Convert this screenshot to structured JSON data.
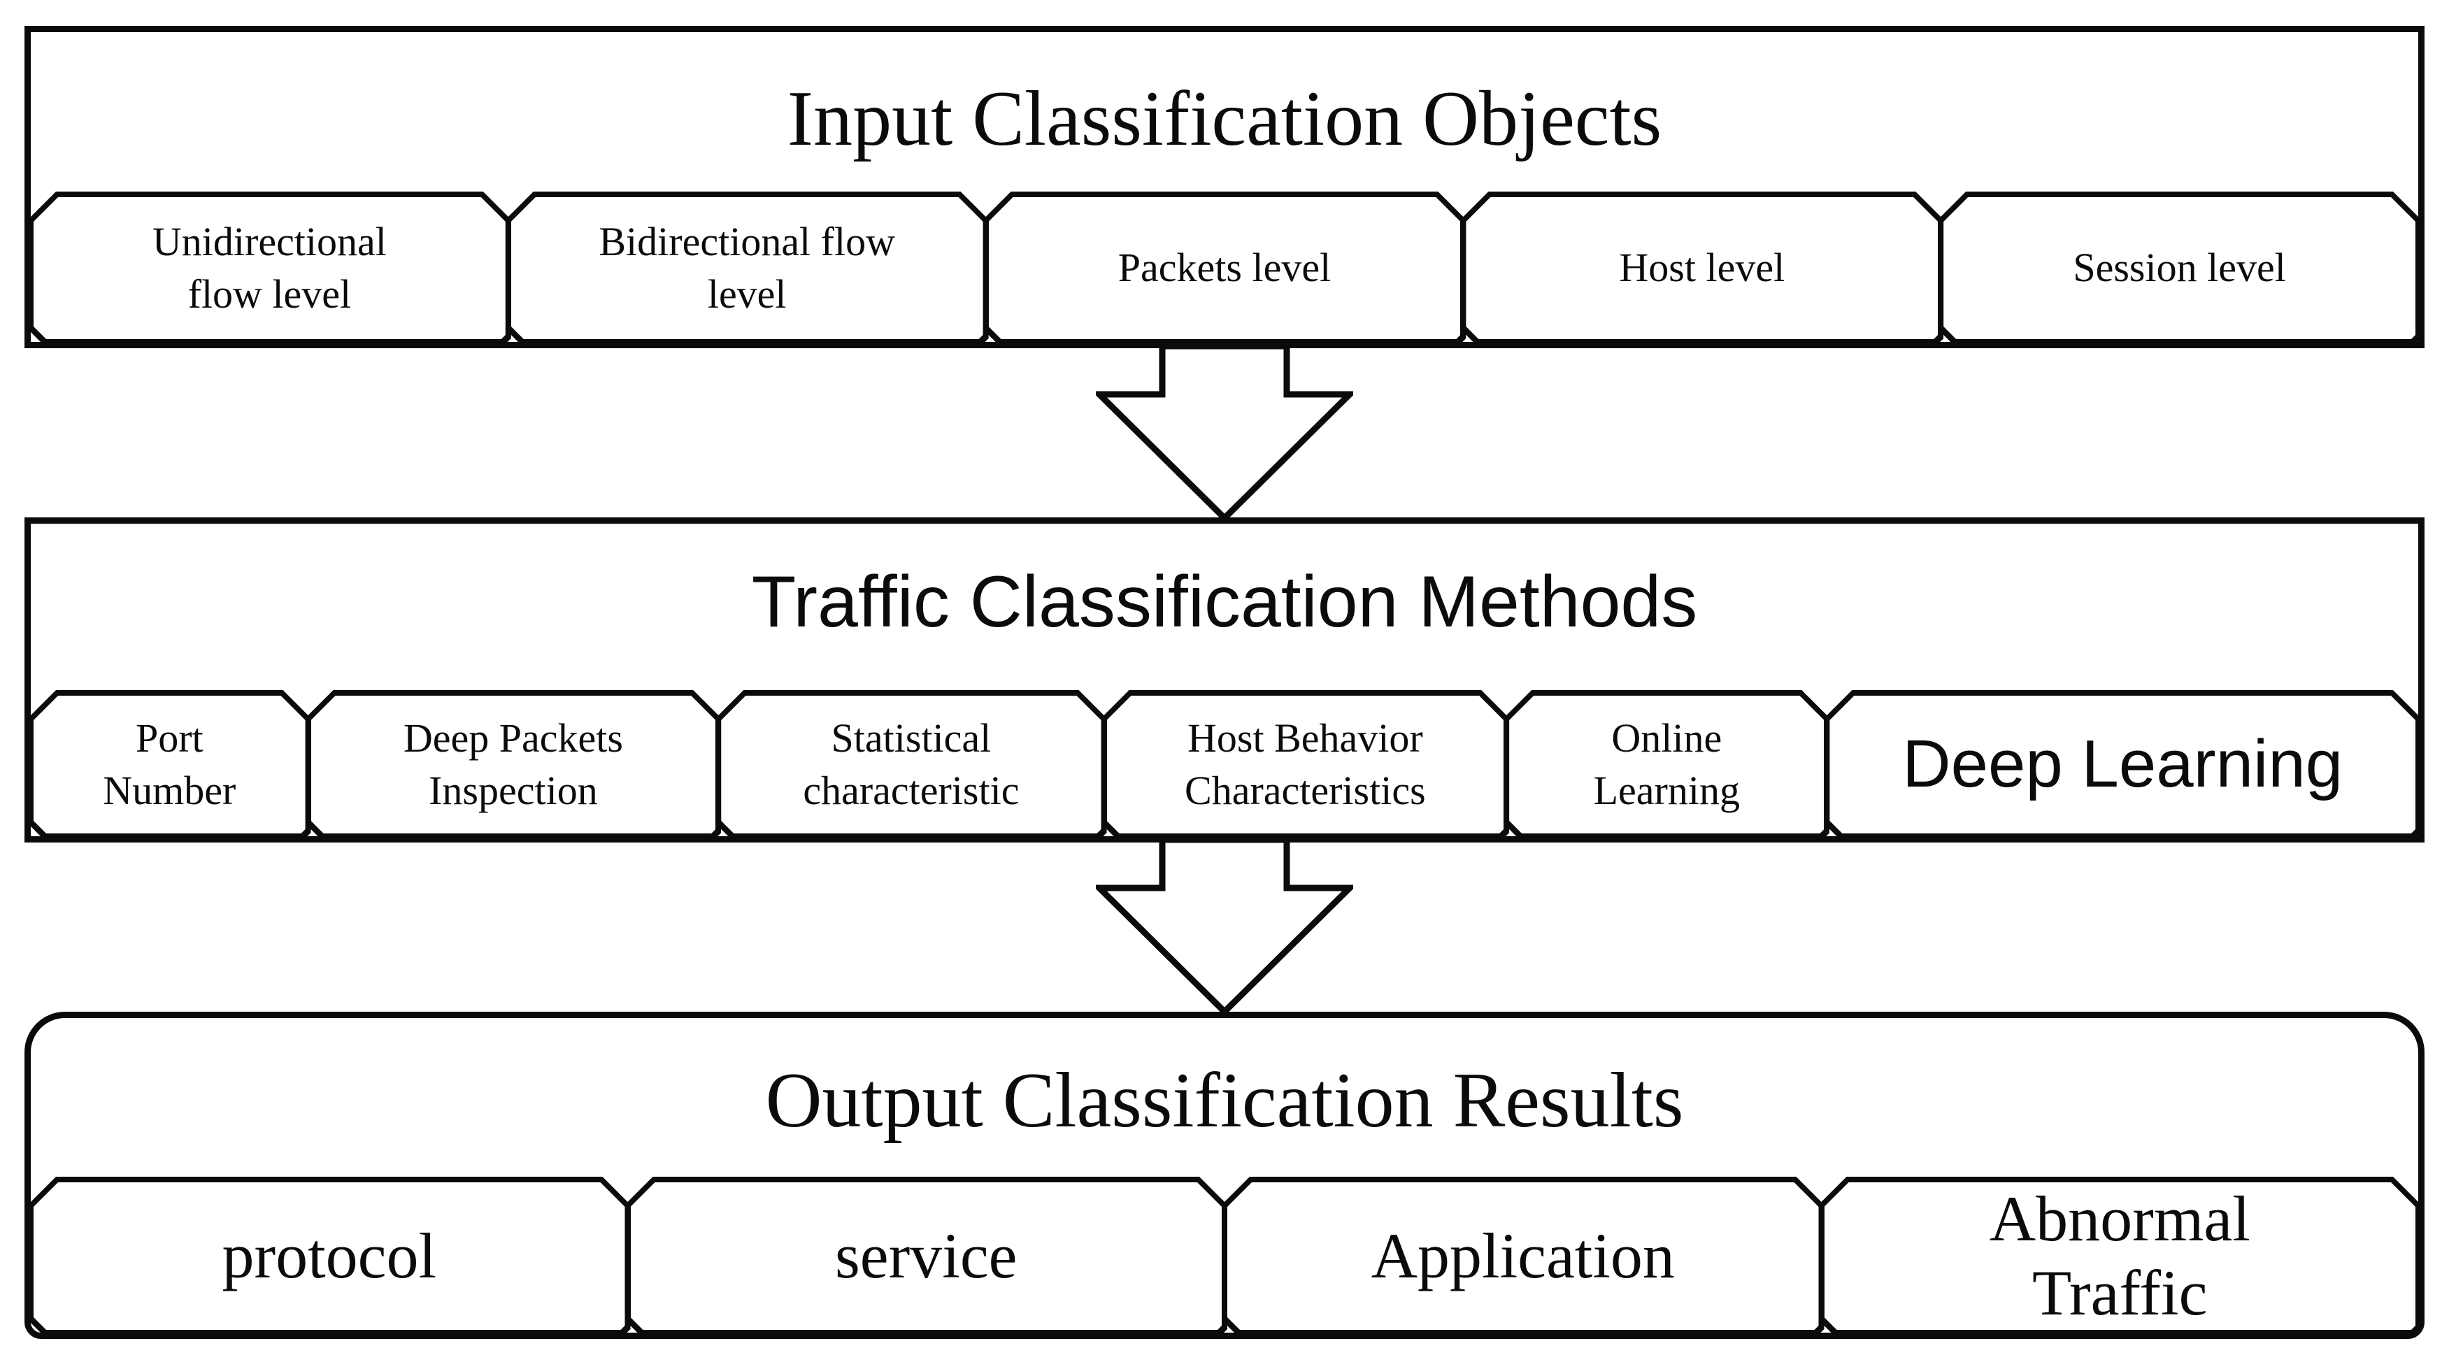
{
  "diagram": {
    "colors": {
      "ink": "#0b0b0b",
      "paper": "#ffffff"
    },
    "sections": [
      {
        "title": "Input Classification Objects",
        "items": [
          {
            "label": "Unidirectional\nflow level"
          },
          {
            "label": "Bidirectional flow\nlevel"
          },
          {
            "label": "Packets level"
          },
          {
            "label": "Host level"
          },
          {
            "label": "Session level"
          }
        ]
      },
      {
        "title": "Traffic Classification Methods",
        "items": [
          {
            "label": "Port\nNumber"
          },
          {
            "label": "Deep Packets\nInspection"
          },
          {
            "label": "Statistical\ncharacteristic"
          },
          {
            "label": "Host Behavior\nCharacteristics"
          },
          {
            "label": "Online\nLearning"
          },
          {
            "label": "Deep Learning"
          }
        ]
      },
      {
        "title": "Output Classification Results",
        "items": [
          {
            "label": "protocol"
          },
          {
            "label": "service"
          },
          {
            "label": "Application"
          },
          {
            "label": "Abnormal\nTraffic"
          }
        ]
      }
    ]
  }
}
